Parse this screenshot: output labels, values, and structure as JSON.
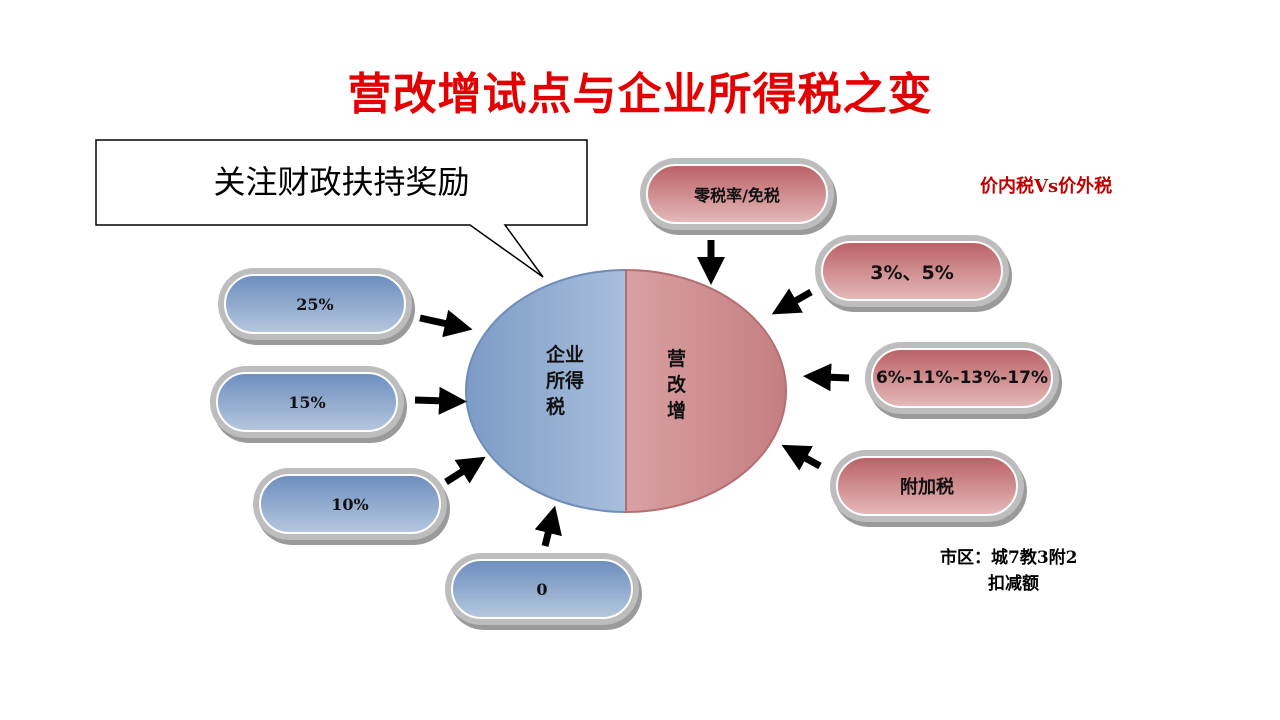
{
  "title": "营改增试点与企业所得税之变",
  "callout": "关注财政扶持奖励",
  "circle": {
    "left_lines": [
      "企业",
      "所得",
      "税"
    ],
    "right_lines": [
      "营",
      "改",
      "增"
    ]
  },
  "left_pills": [
    "25%",
    "15%",
    "10%",
    "0"
  ],
  "right_pills": [
    "零税率/免税",
    "3%、5%",
    "6%-11%-13%-17%",
    "附加税"
  ],
  "notes": {
    "top_right": "价内税Vs价外税",
    "bottom_right_1": "市区：城7教3附2",
    "bottom_right_2": "扣减额"
  },
  "colors": {
    "title": "#e30000",
    "blue": "#8fa9cc",
    "red": "#d4999b",
    "note": "#c00000"
  }
}
